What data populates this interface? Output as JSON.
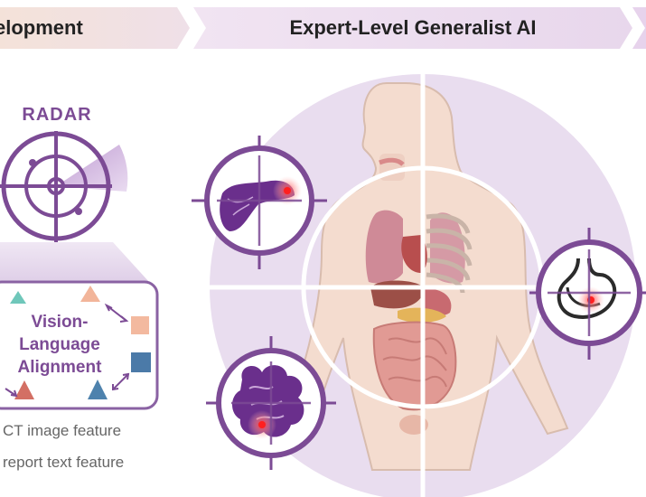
{
  "header": {
    "left_title": "elopment",
    "right_title": "Expert-Level Generalist AI"
  },
  "radar": {
    "title": "RADAR"
  },
  "alignment": {
    "line1": "Vision-",
    "line2": "Language",
    "line3": "Alignment"
  },
  "legend": {
    "image_feature": "CT image feature",
    "text_feature": "report text feature"
  },
  "colors": {
    "purple": "#7c4b95",
    "lavender": "#e9ddef",
    "banner_left": "#f4e2d9",
    "banner_right": "#efe2f1",
    "triangle_teal": "#6fc7ba",
    "triangle_peach": "#f2b59a",
    "triangle_red": "#d36f64",
    "triangle_blue": "#4e82ad",
    "square_peach": "#f3b99f",
    "square_blue": "#4b7aa8"
  },
  "icons": [
    "radar-icon",
    "pancreas-icon",
    "stomach-icon",
    "intestine-icon",
    "human-body-icon",
    "crosshair-icon"
  ]
}
